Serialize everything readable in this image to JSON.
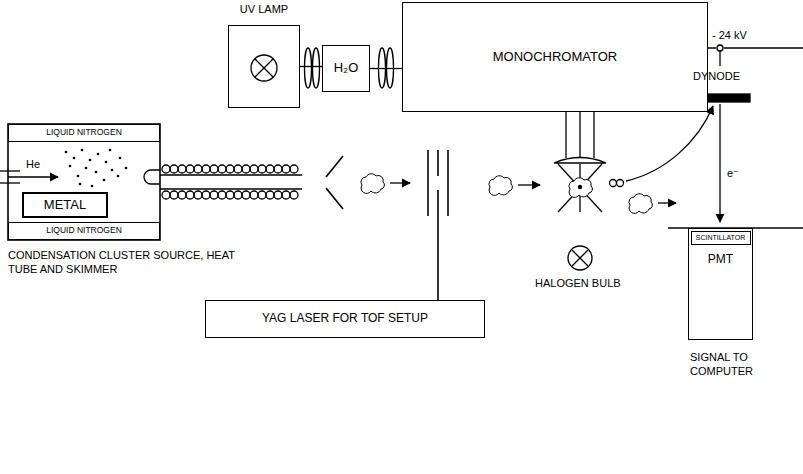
{
  "diagram": {
    "nodes": [
      {
        "text": [
          "UV LAMP"
        ]
      },
      {
        "text": [
          "H₂O"
        ]
      },
      {
        "text": [
          "MONOCHROMATOR"
        ]
      },
      {
        "text": [
          "LIQUID NITROGEN"
        ]
      },
      {
        "text": [
          "METAL"
        ]
      },
      {
        "text": [
          "LIQUID NITROGEN"
        ]
      },
      {
        "text": [
          "YAG LASER FOR TOF SETUP"
        ]
      },
      {
        "text": [
          "PMT"
        ]
      },
      {
        "text": [
          "SCINTILLATOR"
        ],
        "in": 7
      }
    ],
    "edges": [
      {
        "from": 0,
        "to": 1,
        "arrow": "none"
      },
      {
        "from": 1,
        "to": 2,
        "arrow": "none"
      }
    ],
    "labels": [
      "He",
      "CONDENSATION CLUSTER SOURCE, HEAT TUBE AND SKIMMER",
      "HALOGEN BULB",
      "- 24 kV",
      "DYNODE",
      "e⁻",
      "SIGNAL TO COMPUTER"
    ]
  }
}
